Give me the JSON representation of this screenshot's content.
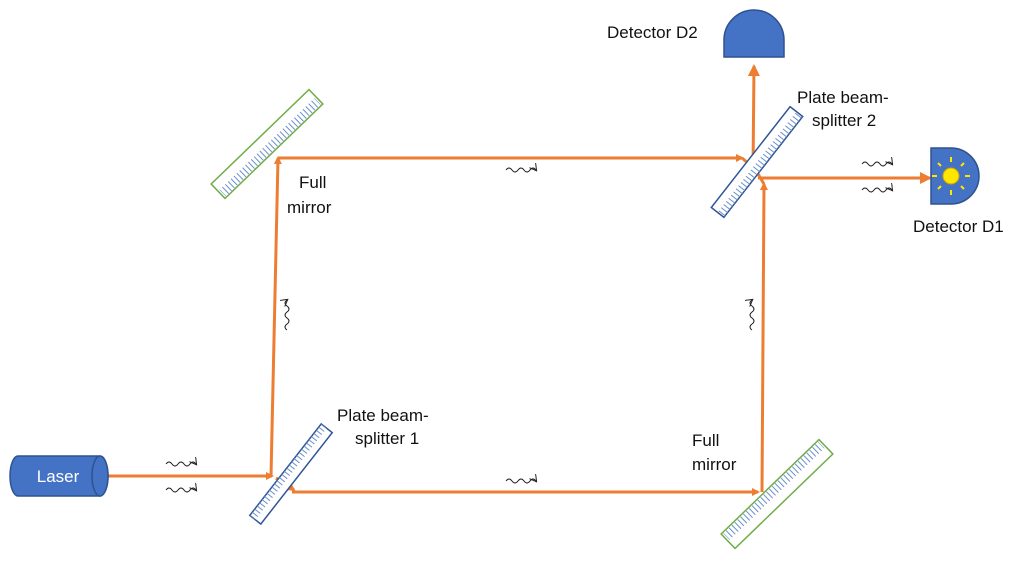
{
  "diagram": {
    "laser_label": "Laser",
    "detector_d1_label": "Detector D1",
    "detector_d2_label": "Detector D2",
    "splitter1_label": [
      "Plate beam-",
      "splitter 1"
    ],
    "splitter2_label": [
      "Plate beam-",
      "splitter 2"
    ],
    "mirror_top_left_label": [
      "Full",
      "mirror"
    ],
    "mirror_bottom_right_label": [
      "Full",
      "mirror"
    ]
  },
  "colors": {
    "beam": "#ED7D31",
    "device_fill": "#4472C4",
    "device_stroke": "#2F528F",
    "splitter_outline": "#2F5597",
    "mirror_outline": "#70AD47",
    "detector_glow": "#FFE600"
  }
}
